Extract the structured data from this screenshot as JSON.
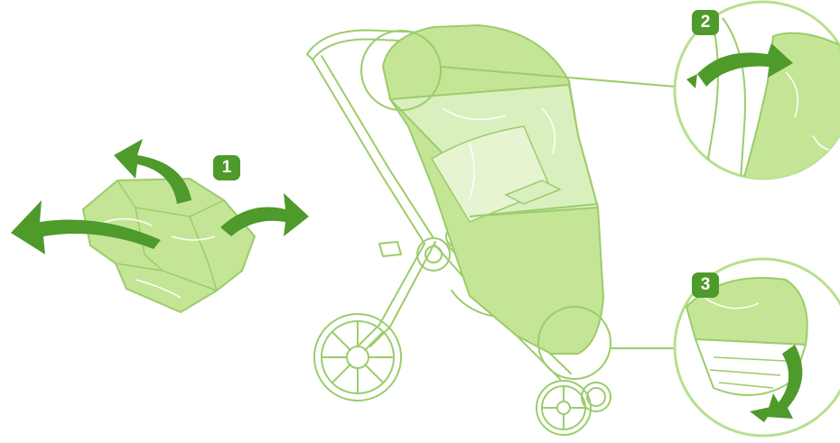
{
  "steps": [
    {
      "number": "1",
      "description": "unfold"
    },
    {
      "number": "2",
      "description": "cover-top"
    },
    {
      "number": "3",
      "description": "cover-bottom"
    }
  ],
  "colors": {
    "arrow": "#4e9a2a",
    "cover_fill": "#c4e596",
    "cover_fill_light": "#daefbe",
    "line": "#9ccc6b",
    "badge": "#4e9a2a",
    "frame_line": "#9ccc6b"
  },
  "icons": {
    "arrow": "curved-arrow-icon",
    "stroller": "stroller-illustration"
  }
}
